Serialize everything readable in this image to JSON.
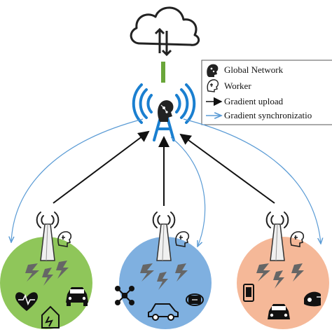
{
  "legend": {
    "global_network": "Global Network",
    "worker": "Worker",
    "gradient_upload": "Gradient upload",
    "gradient_sync": "Gradient synchronizatio"
  },
  "colors": {
    "green_cluster": "#8fc65a",
    "blue_cluster": "#7fb0e0",
    "orange_cluster": "#f5b898",
    "uplink_green": "#6aa63a",
    "signal_blue": "#1a7fd0",
    "sync_arrow": "#5a9bd5",
    "upload_arrow": "#111111"
  },
  "icons": {
    "cloud": "cloud-icon",
    "updown": "up-down-arrows-icon",
    "global_network": "brain-head-icon",
    "worker": "head-outline-icon",
    "tower": "cell-tower-icon",
    "lightning": "lightning-icon",
    "health": "heart-monitor-icon",
    "home": "smart-home-icon",
    "car_front": "car-front-icon",
    "drone": "drone-icon",
    "car": "car-icon",
    "watch": "smartwatch-icon",
    "phone": "smartphone-icon",
    "vr": "vr-headset-icon"
  }
}
